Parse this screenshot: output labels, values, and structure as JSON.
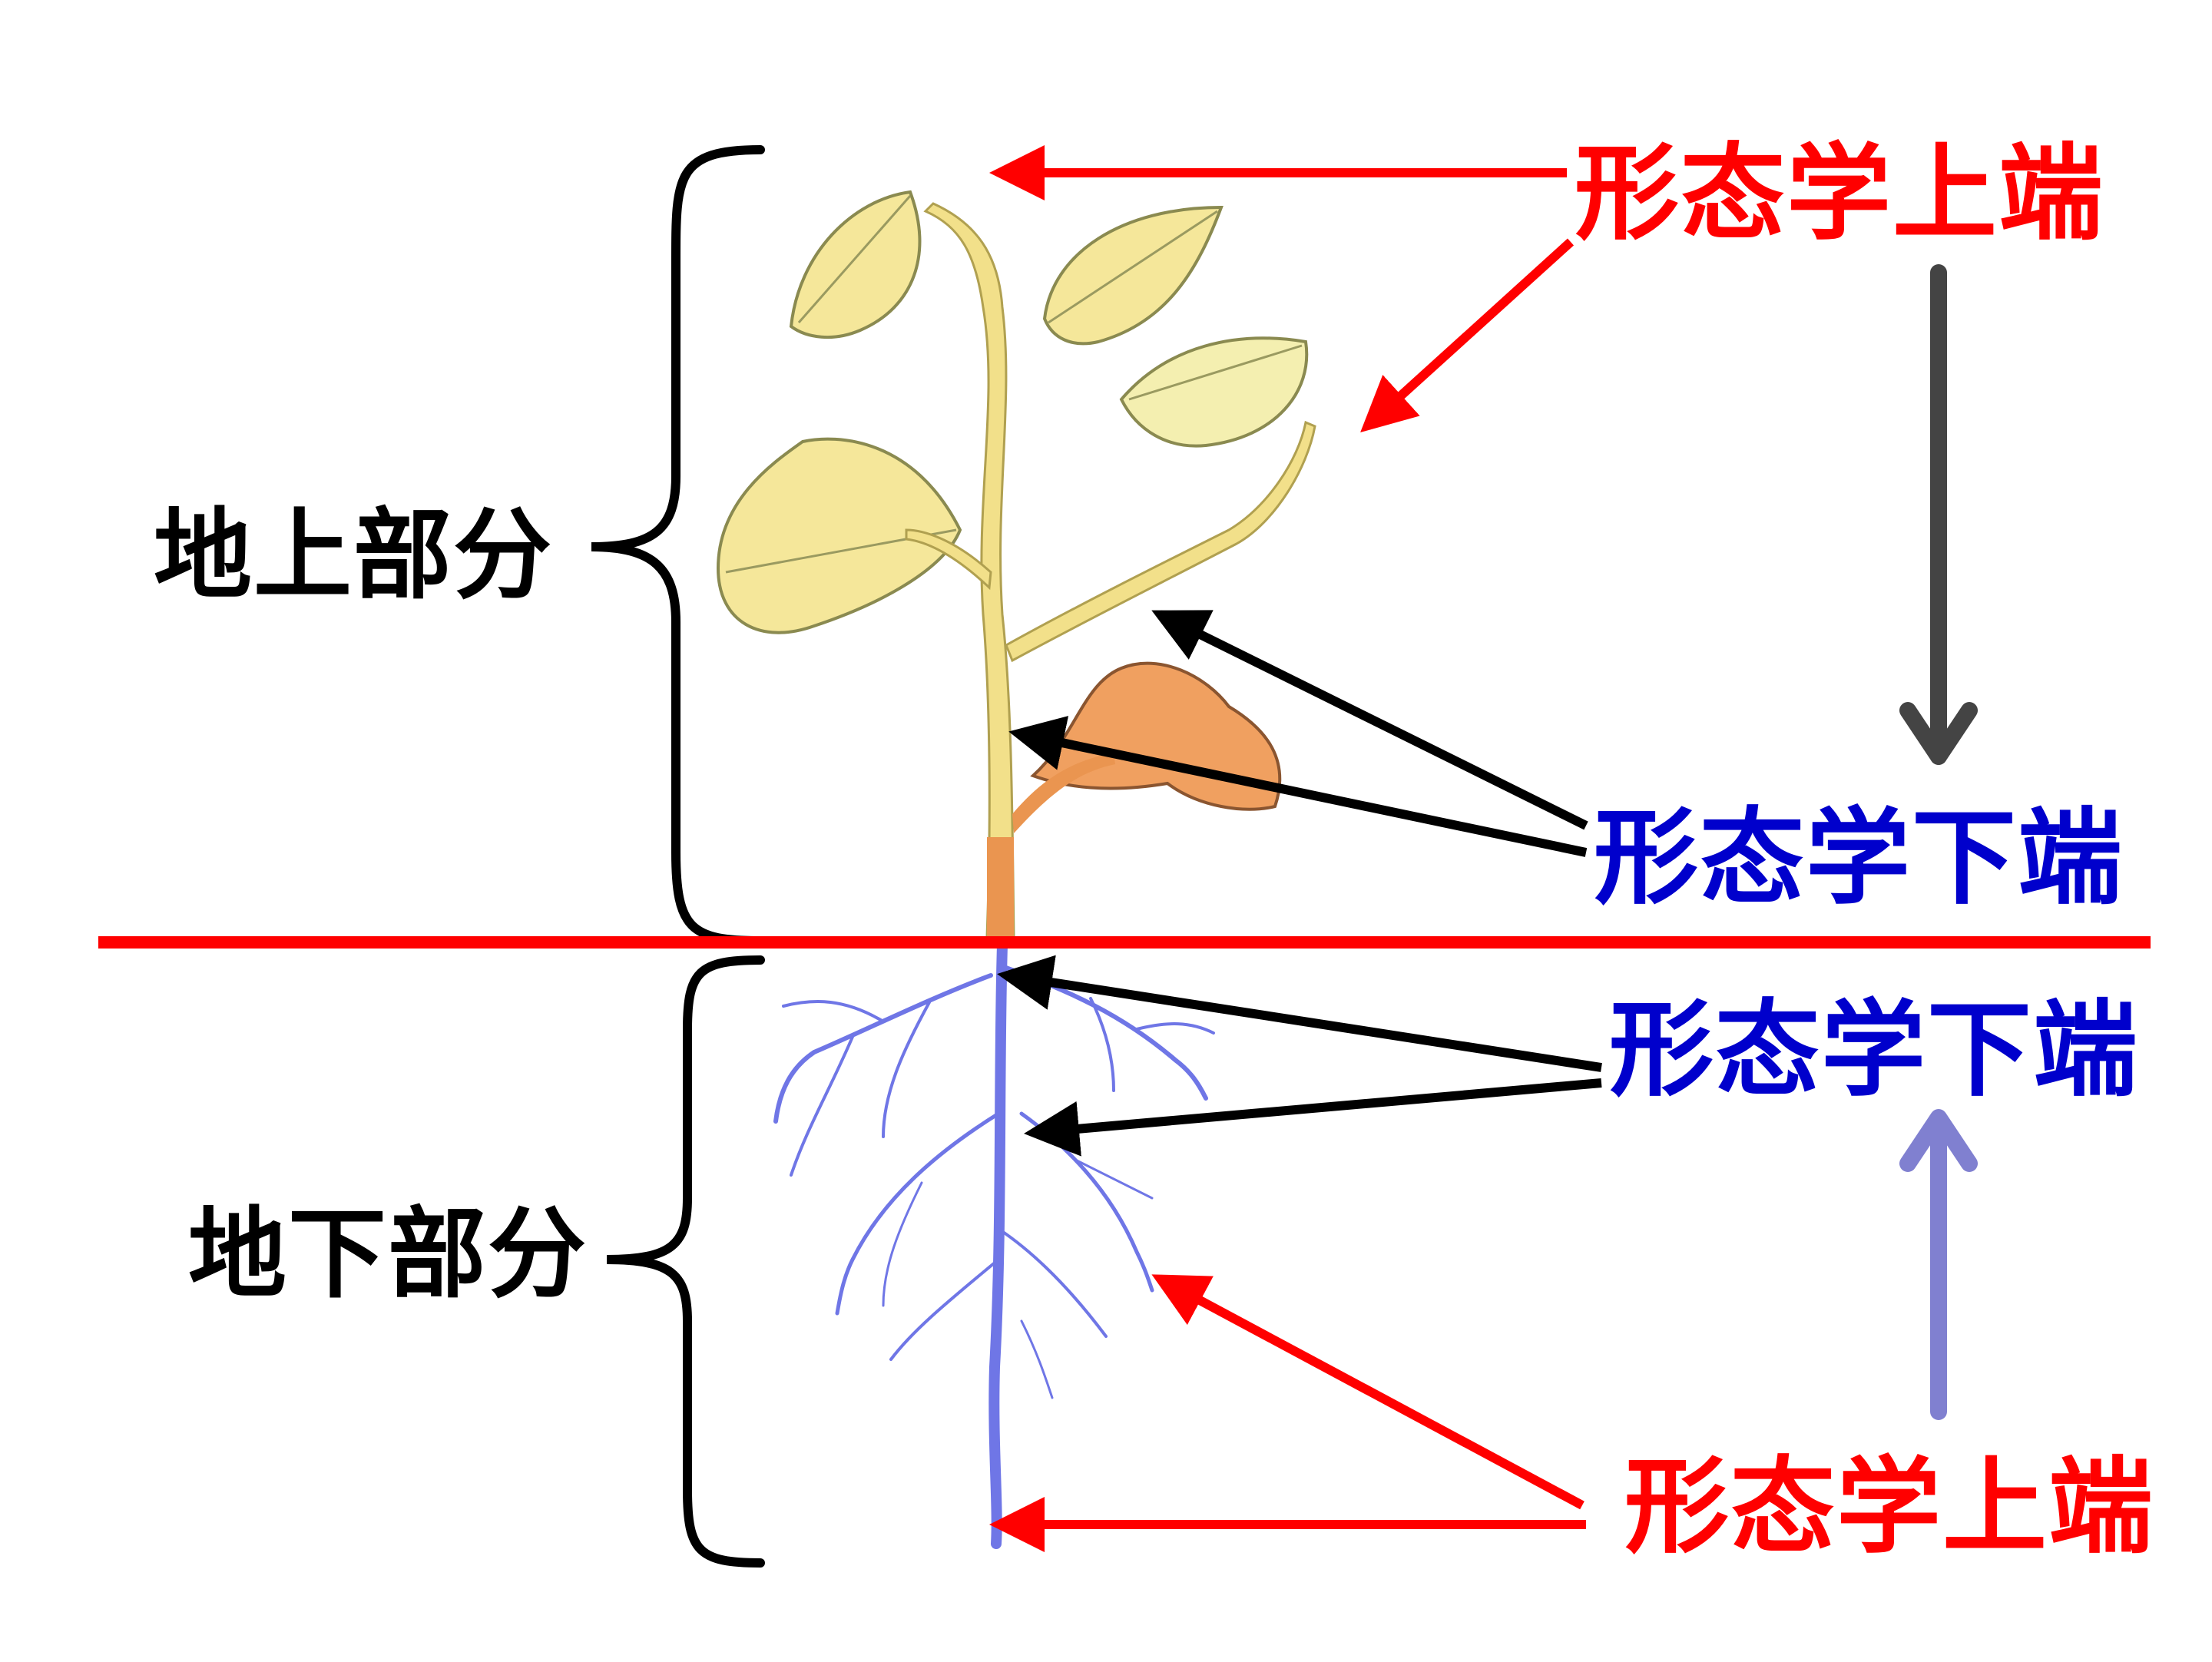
{
  "labels": {
    "above_ground": "地上部分",
    "below_ground": "地下部分",
    "morph_top_upper": "形态学上端",
    "morph_bottom_upper": "形态学下端",
    "morph_bottom_lower": "形态学下端",
    "morph_top_lower": "形态学上端"
  },
  "colors": {
    "top_label": "#ff0000",
    "bottom_label": "#0000cc",
    "section_label": "#000000",
    "ground_line": "#ff0000",
    "shoot_direction_arrow": "#444444",
    "root_direction_arrow": "#8080d0",
    "leaf_fill": "#f5e79a",
    "leaf_fill_light": "#f4efb0",
    "stem_fill": "#f2e08a",
    "lower_stem": "#ea9550",
    "dead_leaf": "#f0a060",
    "root": "#6f76e6"
  }
}
